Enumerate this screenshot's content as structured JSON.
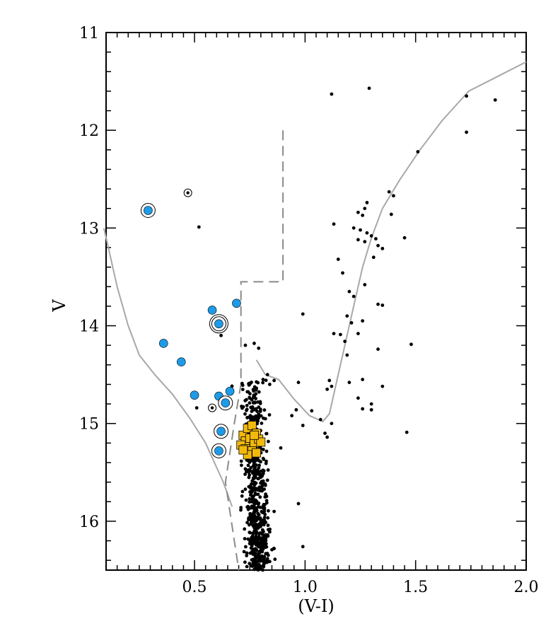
{
  "chart_data": {
    "type": "scatter",
    "xlabel": "(V-I)",
    "ylabel": "V",
    "xlim": [
      0.1,
      2.0
    ],
    "ylim": [
      16.5,
      11.0
    ],
    "y_inverted": true,
    "x_ticks": [
      0.5,
      1.0,
      1.5,
      2.0
    ],
    "x_tick_labels": [
      "0.5",
      "1.0",
      "1.5",
      "2.0"
    ],
    "y_ticks": [
      11,
      12,
      13,
      14,
      15,
      16
    ],
    "y_tick_labels": [
      "11",
      "12",
      "13",
      "14",
      "15",
      "16"
    ],
    "colors": {
      "blue_stragglers": "#1e9be8",
      "clump_stars": "#f2b90c",
      "isochrone": "#a8a8a8",
      "selection_box": "#8a8a8a",
      "field_stars": "#000000"
    },
    "isochrone": [
      [
        0.09,
        13.0
      ],
      [
        0.12,
        13.3
      ],
      [
        0.15,
        13.6
      ],
      [
        0.2,
        14.0
      ],
      [
        0.25,
        14.3
      ],
      [
        0.32,
        14.5
      ],
      [
        0.4,
        14.7
      ],
      [
        0.48,
        14.95
      ],
      [
        0.55,
        15.2
      ],
      [
        0.6,
        15.45
      ],
      [
        0.63,
        15.6
      ],
      [
        0.67,
        15.85
      ]
    ],
    "isochrone_giant": [
      [
        0.78,
        14.35
      ],
      [
        0.82,
        14.5
      ],
      [
        0.88,
        14.55
      ],
      [
        0.95,
        14.75
      ],
      [
        1.02,
        14.92
      ],
      [
        1.08,
        14.98
      ],
      [
        1.11,
        14.9
      ],
      [
        1.14,
        14.6
      ],
      [
        1.18,
        14.2
      ],
      [
        1.22,
        13.8
      ],
      [
        1.26,
        13.4
      ],
      [
        1.3,
        13.1
      ],
      [
        1.35,
        12.8
      ],
      [
        1.43,
        12.5
      ],
      [
        1.52,
        12.2
      ],
      [
        1.62,
        11.9
      ],
      [
        1.74,
        11.6
      ],
      [
        1.87,
        11.45
      ],
      [
        2.0,
        11.3
      ]
    ],
    "selection_box": [
      [
        0.9,
        12.0
      ],
      [
        0.9,
        13.55
      ],
      [
        0.71,
        13.55
      ],
      [
        0.71,
        14.0
      ],
      [
        0.71,
        14.6
      ],
      [
        0.68,
        15.0
      ],
      [
        0.64,
        15.6
      ],
      [
        0.7,
        16.5
      ]
    ],
    "blue_stragglers": [
      {
        "x": 0.29,
        "y": 12.82,
        "ring": 1
      },
      {
        "x": 0.58,
        "y": 13.84,
        "ring": 0
      },
      {
        "x": 0.69,
        "y": 13.77,
        "ring": 0
      },
      {
        "x": 0.61,
        "y": 13.98,
        "ring": 2
      },
      {
        "x": 0.36,
        "y": 14.18,
        "ring": 0
      },
      {
        "x": 0.44,
        "y": 14.37,
        "ring": 0
      },
      {
        "x": 0.5,
        "y": 14.71,
        "ring": 0
      },
      {
        "x": 0.61,
        "y": 14.72,
        "ring": 0
      },
      {
        "x": 0.66,
        "y": 14.67,
        "ring": 0
      },
      {
        "x": 0.64,
        "y": 14.79,
        "ring": 1
      },
      {
        "x": 0.62,
        "y": 15.08,
        "ring": 1
      },
      {
        "x": 0.61,
        "y": 15.28,
        "ring": 1
      }
    ],
    "ringed_field_stars": [
      {
        "x": 0.47,
        "y": 12.64
      },
      {
        "x": 0.58,
        "y": 14.84
      }
    ],
    "clump_stars": [
      {
        "x": 0.72,
        "y": 15.12
      },
      {
        "x": 0.74,
        "y": 15.05
      },
      {
        "x": 0.76,
        "y": 15.02
      },
      {
        "x": 0.78,
        "y": 15.1
      },
      {
        "x": 0.73,
        "y": 15.18
      },
      {
        "x": 0.75,
        "y": 15.15
      },
      {
        "x": 0.77,
        "y": 15.2
      },
      {
        "x": 0.79,
        "y": 15.16
      },
      {
        "x": 0.71,
        "y": 15.22
      },
      {
        "x": 0.73,
        "y": 15.26
      },
      {
        "x": 0.76,
        "y": 15.28
      },
      {
        "x": 0.78,
        "y": 15.3
      },
      {
        "x": 0.8,
        "y": 15.19
      },
      {
        "x": 0.74,
        "y": 15.32
      },
      {
        "x": 0.77,
        "y": 15.12
      },
      {
        "x": 0.72,
        "y": 15.27
      }
    ],
    "field_stars_sparse": [
      [
        1.12,
        11.63
      ],
      [
        1.29,
        11.57
      ],
      [
        1.73,
        11.65
      ],
      [
        1.86,
        11.69
      ],
      [
        1.73,
        12.02
      ],
      [
        1.51,
        12.22
      ],
      [
        0.52,
        12.99
      ],
      [
        1.38,
        12.63
      ],
      [
        1.4,
        12.67
      ],
      [
        1.39,
        12.86
      ],
      [
        1.24,
        12.84
      ],
      [
        1.26,
        12.87
      ],
      [
        1.28,
        12.74
      ],
      [
        1.27,
        12.8
      ],
      [
        1.13,
        12.96
      ],
      [
        1.22,
        13.0
      ],
      [
        1.25,
        13.02
      ],
      [
        1.28,
        13.05
      ],
      [
        1.3,
        13.08
      ],
      [
        1.24,
        13.12
      ],
      [
        1.27,
        13.14
      ],
      [
        1.32,
        13.11
      ],
      [
        1.33,
        13.18
      ],
      [
        1.35,
        13.21
      ],
      [
        1.45,
        13.1
      ],
      [
        1.15,
        13.32
      ],
      [
        1.31,
        13.3
      ],
      [
        1.17,
        13.46
      ],
      [
        1.2,
        13.65
      ],
      [
        1.22,
        13.7
      ],
      [
        1.27,
        13.58
      ],
      [
        1.33,
        13.78
      ],
      [
        1.35,
        13.79
      ],
      [
        0.99,
        13.88
      ],
      [
        1.19,
        13.9
      ],
      [
        1.21,
        13.97
      ],
      [
        1.26,
        13.95
      ],
      [
        1.24,
        14.08
      ],
      [
        1.13,
        14.08
      ],
      [
        1.16,
        14.09
      ],
      [
        1.18,
        14.16
      ],
      [
        1.19,
        14.3
      ],
      [
        1.33,
        14.24
      ],
      [
        1.48,
        14.19
      ],
      [
        0.62,
        14.1
      ],
      [
        0.77,
        14.18
      ],
      [
        0.79,
        14.23
      ],
      [
        0.73,
        14.2
      ],
      [
        0.83,
        14.5
      ],
      [
        0.86,
        14.56
      ],
      [
        0.84,
        14.6
      ],
      [
        0.81,
        14.55
      ],
      [
        0.97,
        14.58
      ],
      [
        1.11,
        14.56
      ],
      [
        1.1,
        14.65
      ],
      [
        1.12,
        14.62
      ],
      [
        1.2,
        14.58
      ],
      [
        1.26,
        14.55
      ],
      [
        1.24,
        14.74
      ],
      [
        1.35,
        14.62
      ],
      [
        1.26,
        14.85
      ],
      [
        1.3,
        14.86
      ],
      [
        1.3,
        14.8
      ],
      [
        1.03,
        14.87
      ],
      [
        0.96,
        14.86
      ],
      [
        0.94,
        14.92
      ],
      [
        1.07,
        14.96
      ],
      [
        1.09,
        15.1
      ],
      [
        1.1,
        15.14
      ],
      [
        1.12,
        15.0
      ],
      [
        0.99,
        15.02
      ],
      [
        1.46,
        15.09
      ],
      [
        0.89,
        15.25
      ],
      [
        0.51,
        14.84
      ],
      [
        0.8,
        15.55
      ],
      [
        0.82,
        15.62
      ],
      [
        0.86,
        15.9
      ],
      [
        0.97,
        15.82
      ],
      [
        0.99,
        16.26
      ],
      [
        0.86,
        16.28
      ]
    ],
    "main_sequence": {
      "v_min": 14.55,
      "v_max": 16.5,
      "ridge_top": 0.755,
      "ridge_slope": 0.02,
      "count": 620
    }
  }
}
